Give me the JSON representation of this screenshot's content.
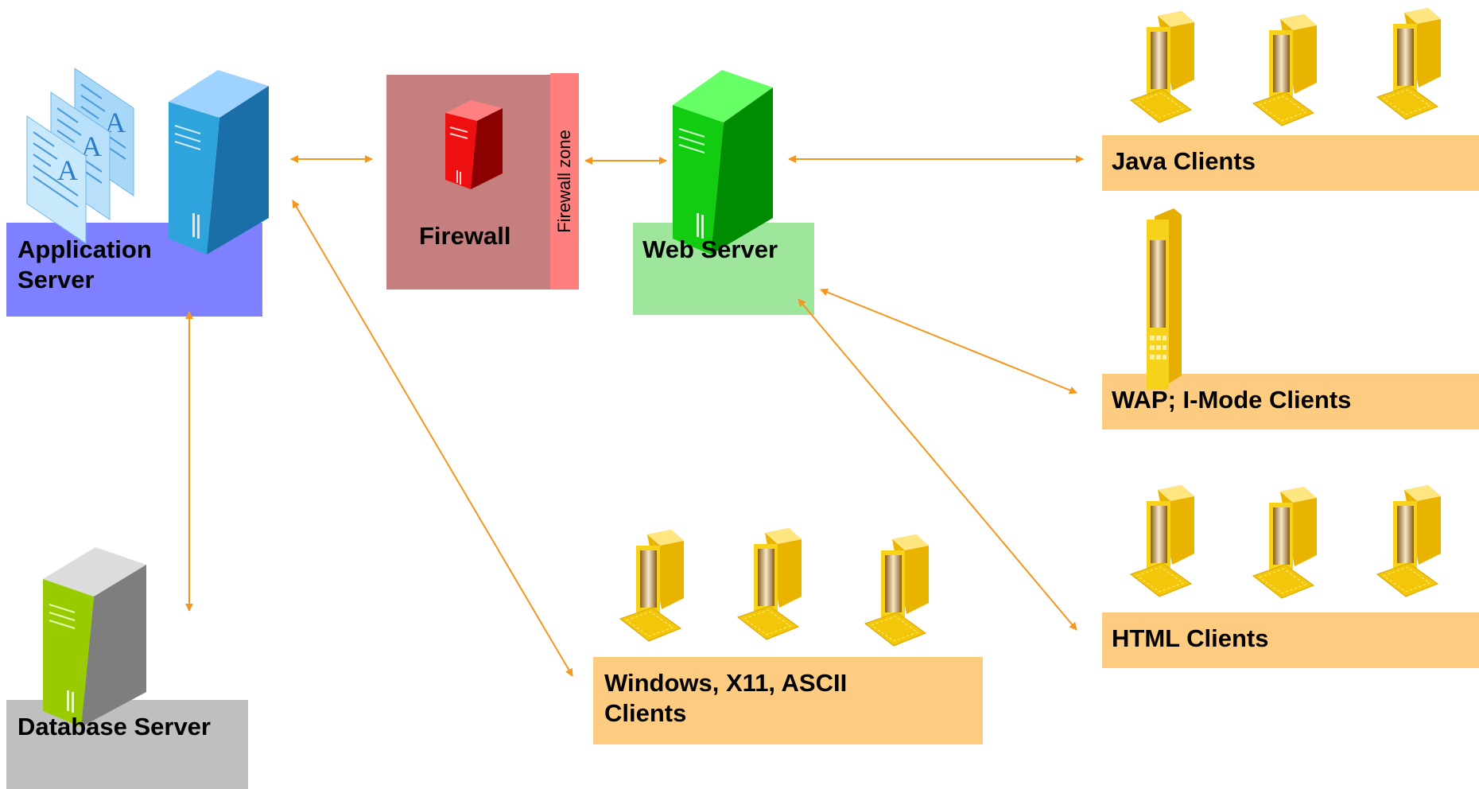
{
  "nodes": {
    "application_server": {
      "label_line1": "Application",
      "label_line2": "Server",
      "box_color": "#7f80ff"
    },
    "firewall": {
      "label": "Firewall",
      "zone_label": "Firewall zone",
      "box_color": "#c67f7f",
      "zone_color": "#ff7f7f"
    },
    "web_server": {
      "label": "Web Server",
      "box_color": "#9de69c"
    },
    "database_server": {
      "label": "Database Server",
      "box_color": "#bfbfbf"
    },
    "java_clients": {
      "label": "Java Clients",
      "box_color": "#fdcc80"
    },
    "wap_clients": {
      "label": "WAP; I-Mode Clients",
      "box_color": "#fdcc80"
    },
    "html_clients": {
      "label": "HTML Clients",
      "box_color": "#fdcc80"
    },
    "desktop_clients": {
      "label_line1": "Windows, X11, ASCII",
      "label_line2": "Clients",
      "box_color": "#fdcc80"
    }
  },
  "connections": [
    {
      "from": "application_server",
      "to": "firewall"
    },
    {
      "from": "firewall",
      "to": "web_server"
    },
    {
      "from": "web_server",
      "to": "java_clients"
    },
    {
      "from": "web_server",
      "to": "wap_clients"
    },
    {
      "from": "web_server",
      "to": "html_clients"
    },
    {
      "from": "application_server",
      "to": "desktop_clients"
    },
    {
      "from": "application_server",
      "to": "database_server"
    }
  ],
  "colors": {
    "connector": "#f5961e",
    "client_icon": "#f2c500"
  }
}
